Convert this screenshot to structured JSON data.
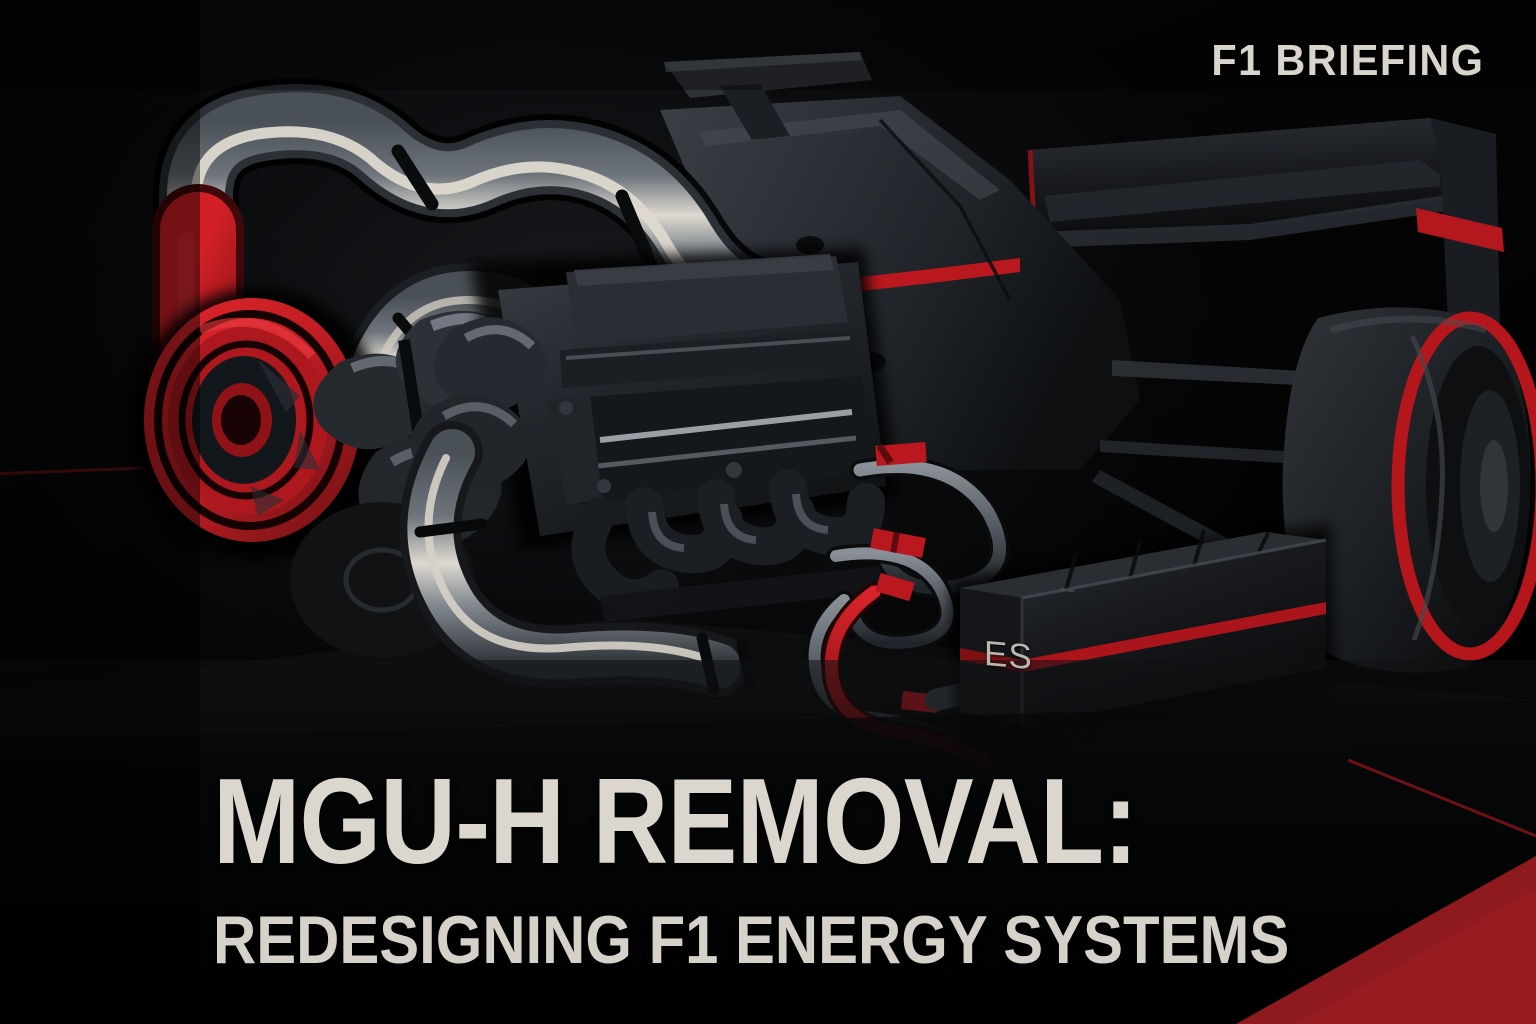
{
  "poster": {
    "kicker": "F1 BRIEFING",
    "title": "MGU-H REMOVAL:",
    "subtitle": "REDESIGNING F1 ENERGY SYSTEMS",
    "component_label": "ES",
    "colors": {
      "background": "#050506",
      "text_cream": "#dbd7ce",
      "accent_red": "#c02028",
      "deep_red": "#8e1a1f",
      "metal_grey": "#3a3f45",
      "highlight_cream": "#ded9cf",
      "body_dark": "#17191c"
    },
    "illustration": {
      "subject": "formula-1-power-unit-cutaway",
      "elements": [
        "turbocharger-compressor",
        "intake-plenum-pipe",
        "engine-block",
        "exhaust-manifold",
        "energy-store-battery",
        "high-voltage-cables",
        "rear-wing",
        "rear-tyre",
        "car-bodywork"
      ]
    }
  }
}
